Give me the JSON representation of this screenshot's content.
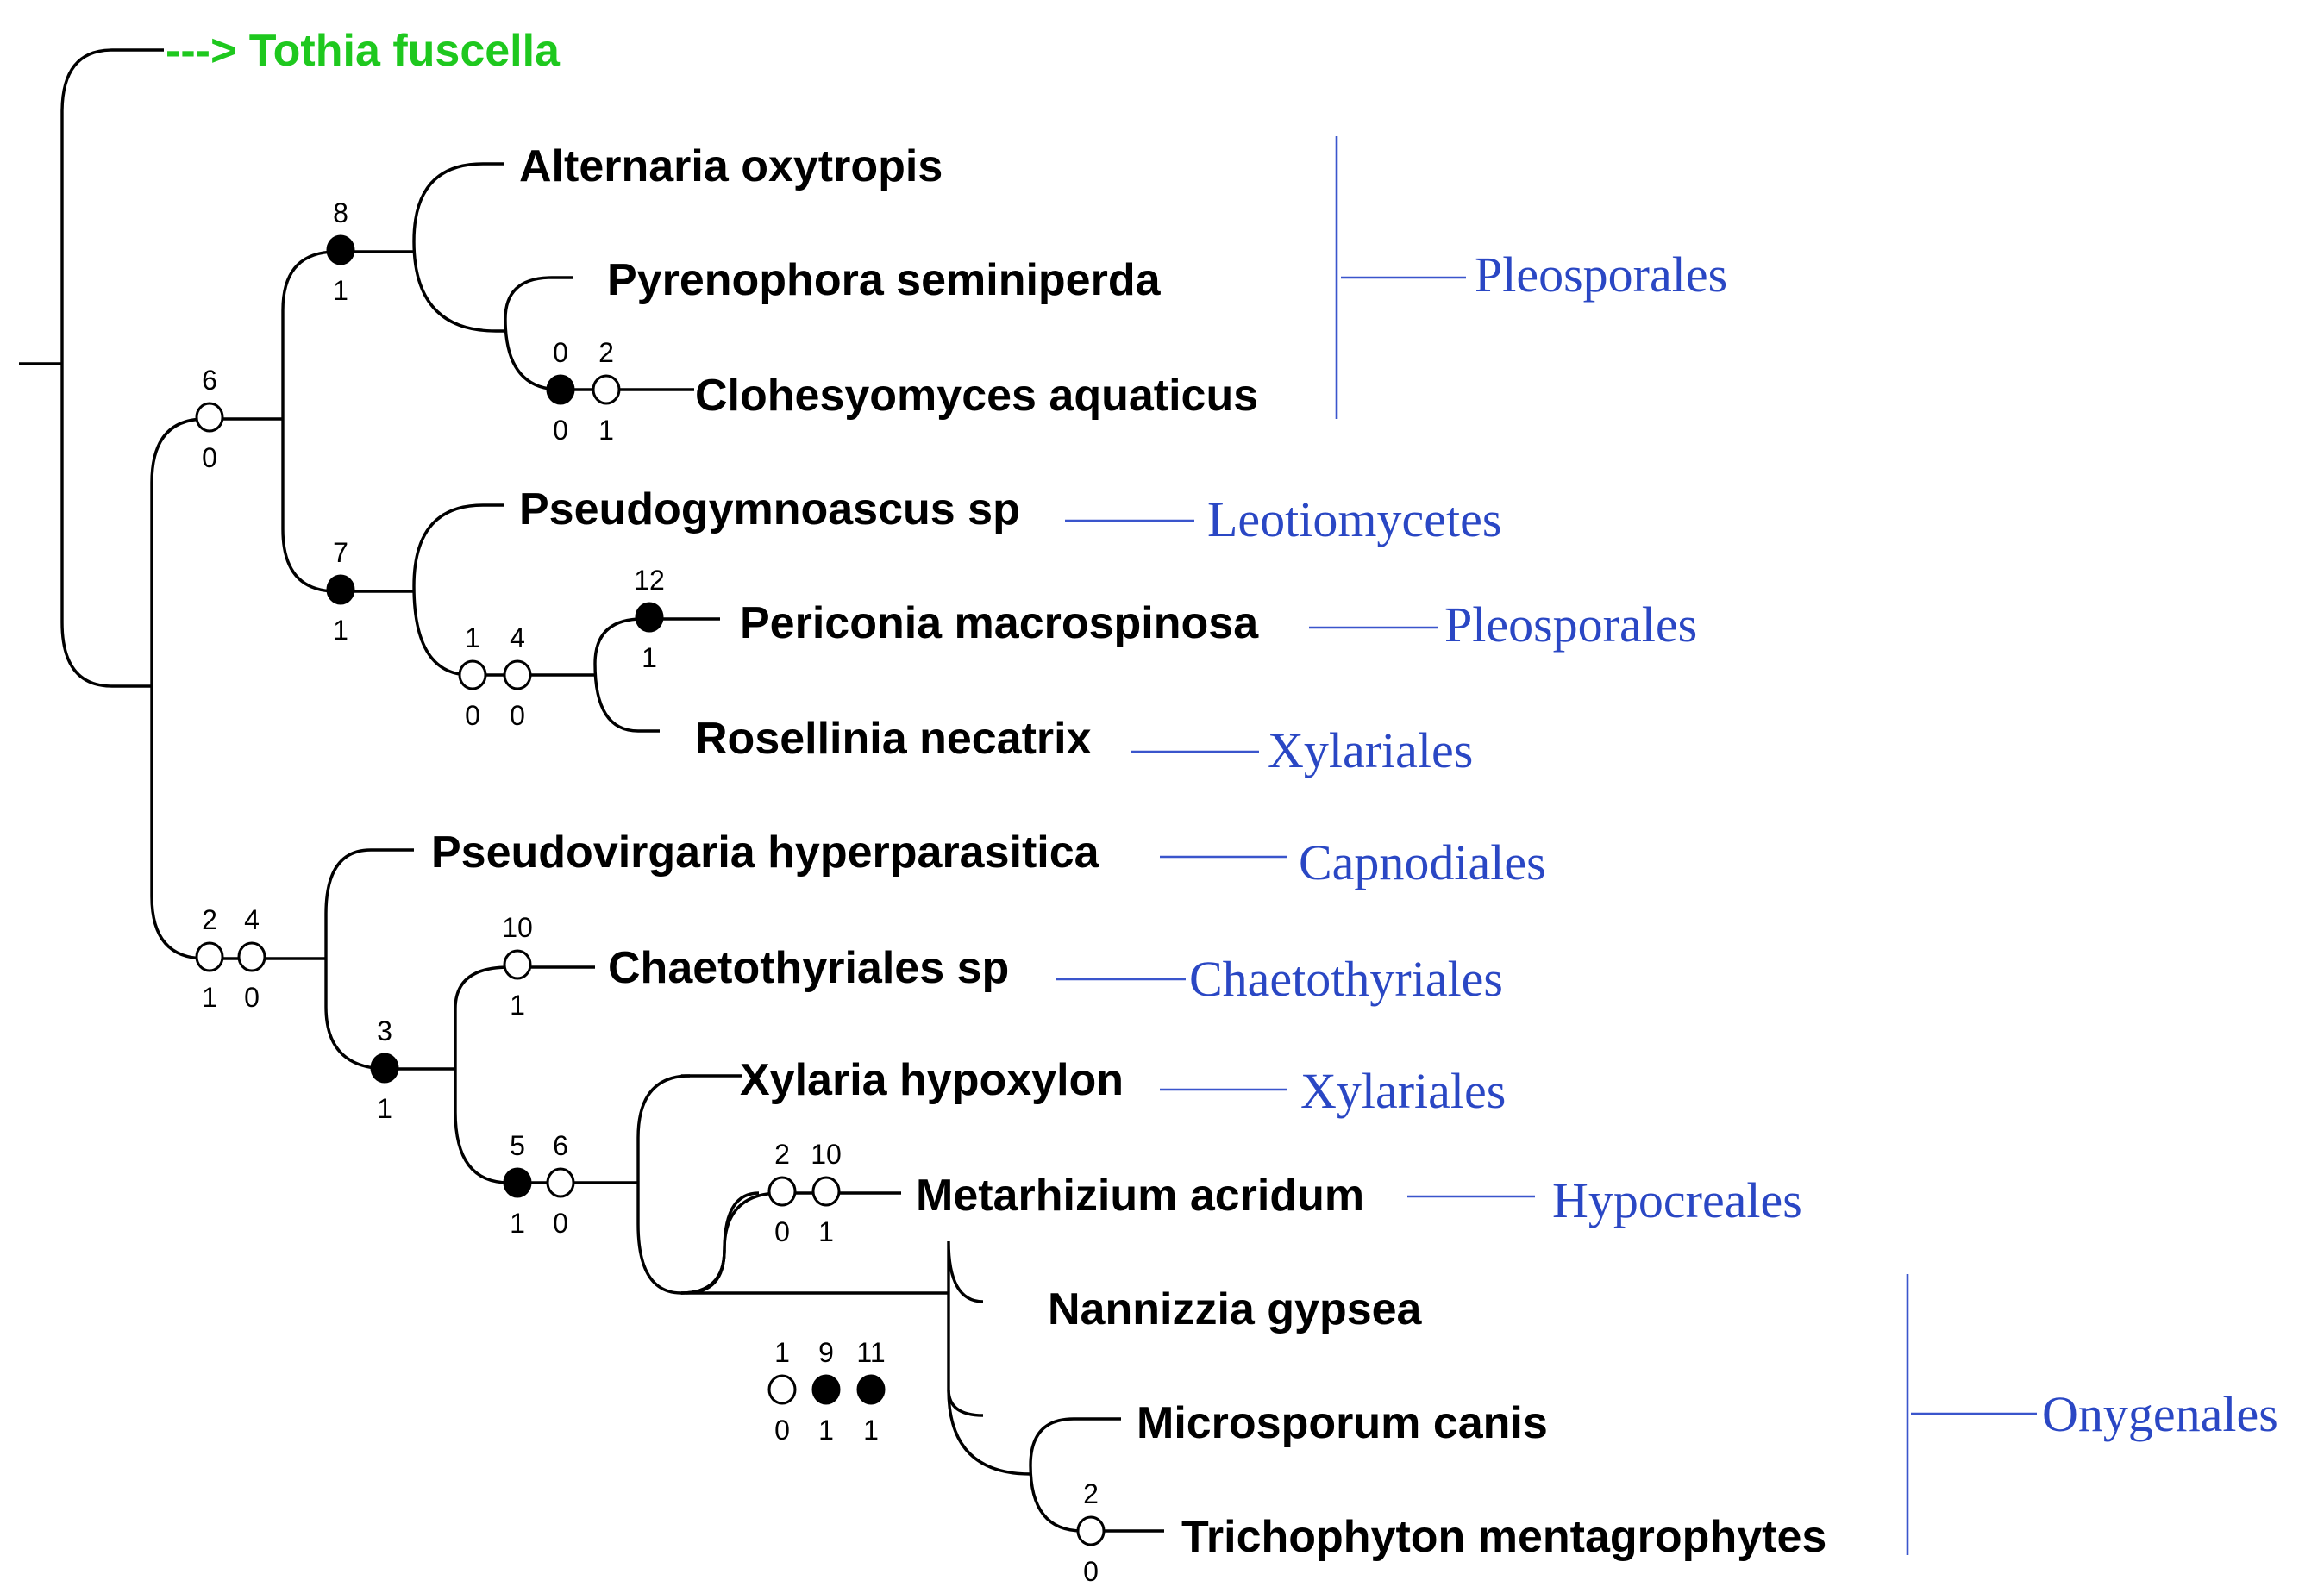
{
  "colors": {
    "outgroup": "#1ec81e",
    "order": "#2a47c4",
    "order_line": "#3a55cc"
  },
  "outgroup_label": "---> Tothia fuscella",
  "taxa": [
    "Alternaria oxytropis",
    "Pyrenophora seminiperda",
    "Clohesyomyces aquaticus",
    "Pseudogymnoascus sp",
    "Periconia macrospinosa",
    "Rosellinia necatrix",
    "Pseudovirgaria hyperparasitica",
    "Chaetothyriales sp",
    "Xylaria hypoxylon",
    "Metarhizium acridum",
    "Nannizzia gypsea",
    "Microsporum canis",
    "Trichophyton mentagrophytes"
  ],
  "orders": [
    "Pleosporales",
    "Leotiomycetes",
    "Pleosporales",
    "Xylariales",
    "Capnodiales",
    "Chaetothyriales",
    "Xylariales",
    "Hypocreales",
    "Onygenales"
  ],
  "characters": [
    {
      "char": "8",
      "state": "1",
      "filled": true
    },
    {
      "char": "6",
      "state": "0",
      "filled": false
    },
    {
      "char": "0",
      "state": "0",
      "filled": true
    },
    {
      "char": "2",
      "state": "1",
      "filled": false
    },
    {
      "char": "7",
      "state": "1",
      "filled": true
    },
    {
      "char": "1",
      "state": "0",
      "filled": false
    },
    {
      "char": "4",
      "state": "0",
      "filled": false
    },
    {
      "char": "12",
      "state": "1",
      "filled": true
    },
    {
      "char": "2",
      "state": "1",
      "filled": false
    },
    {
      "char": "4",
      "state": "0",
      "filled": false
    },
    {
      "char": "3",
      "state": "1",
      "filled": true
    },
    {
      "char": "10",
      "state": "1",
      "filled": false
    },
    {
      "char": "5",
      "state": "1",
      "filled": true
    },
    {
      "char": "6",
      "state": "0",
      "filled": false
    },
    {
      "char": "2",
      "state": "0",
      "filled": false
    },
    {
      "char": "10",
      "state": "1",
      "filled": false
    },
    {
      "char": "1",
      "state": "0",
      "filled": false
    },
    {
      "char": "9",
      "state": "1",
      "filled": true
    },
    {
      "char": "11",
      "state": "1",
      "filled": true
    },
    {
      "char": "2",
      "state": "0",
      "filled": false
    }
  ]
}
